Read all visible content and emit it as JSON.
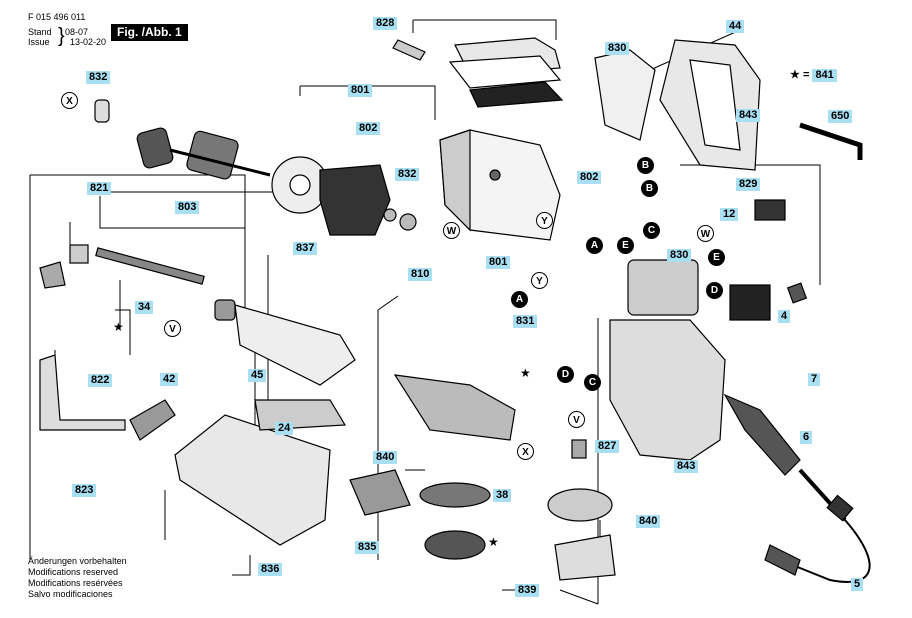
{
  "header": {
    "doc_number": "F 015 496 011",
    "stand_label": "Stand",
    "issue_label": "Issue",
    "stand_date": "08-07",
    "issue_date": "13-02-20",
    "figure": "Fig. /Abb. 1"
  },
  "legend": {
    "symbol": "★",
    "equals": "=",
    "code": "841"
  },
  "part_labels": [
    "828",
    "830",
    "44",
    "832",
    "801",
    "802",
    "832",
    "803",
    "821",
    "837",
    "810",
    "801",
    "34",
    "822",
    "42",
    "45",
    "24",
    "823",
    "836",
    "835",
    "840",
    "38",
    "839",
    "840",
    "827",
    "843",
    "830",
    "12",
    "829",
    "4",
    "7",
    "6",
    "5",
    "843",
    "650",
    "831",
    "802"
  ],
  "callouts_black": [
    "B",
    "B",
    "C",
    "A",
    "E",
    "A",
    "D",
    "E",
    "C",
    "D"
  ],
  "callouts_white": [
    "X",
    "W",
    "Y",
    "Y",
    "W",
    "V",
    "X",
    "V"
  ],
  "notes": [
    "Änderungen vorbehalten",
    "Modifications reserved",
    "Modifications resérvées",
    "Salvo modificaciones"
  ]
}
